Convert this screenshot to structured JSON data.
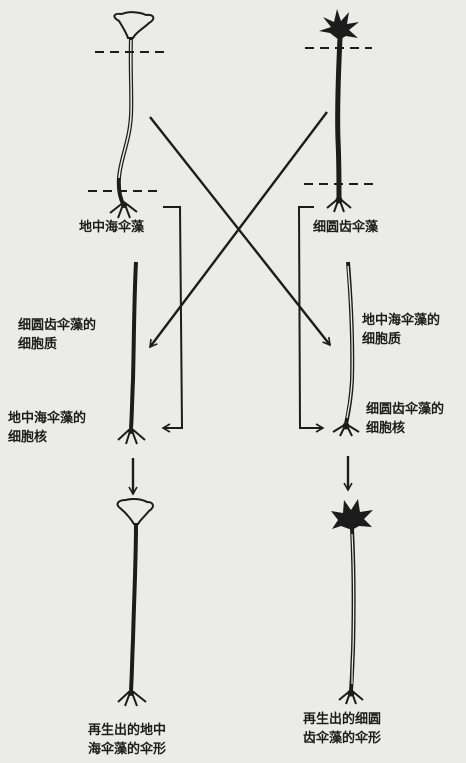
{
  "labels": {
    "med_top": "地中海伞藻",
    "cren_top": "细圆齿伞藻",
    "cren_cytoplasm_line1": "细圆齿伞藻的",
    "cren_cytoplasm_line2": "细胞质",
    "med_cytoplasm_line1": "地中海伞藻的",
    "med_cytoplasm_line2": "细胞质",
    "med_nucleus_line1": "地中海伞藻的",
    "med_nucleus_line2": "细胞核",
    "cren_nucleus_line1": "细圆齿伞藻的",
    "cren_nucleus_line2": "细胞核",
    "regen_med_line1": "再生出的地中",
    "regen_med_line2": "海伞藻的伞形",
    "regen_cren_line1": "再生出的细圆",
    "regen_cren_line2": "齿伞藻的伞形"
  },
  "icons": [
    "cap-med",
    "cap-cren",
    "rhizoid",
    "nucleus",
    "arrow"
  ],
  "colors": {
    "ink": "#1c1c1c",
    "paper": "#ebebea"
  }
}
